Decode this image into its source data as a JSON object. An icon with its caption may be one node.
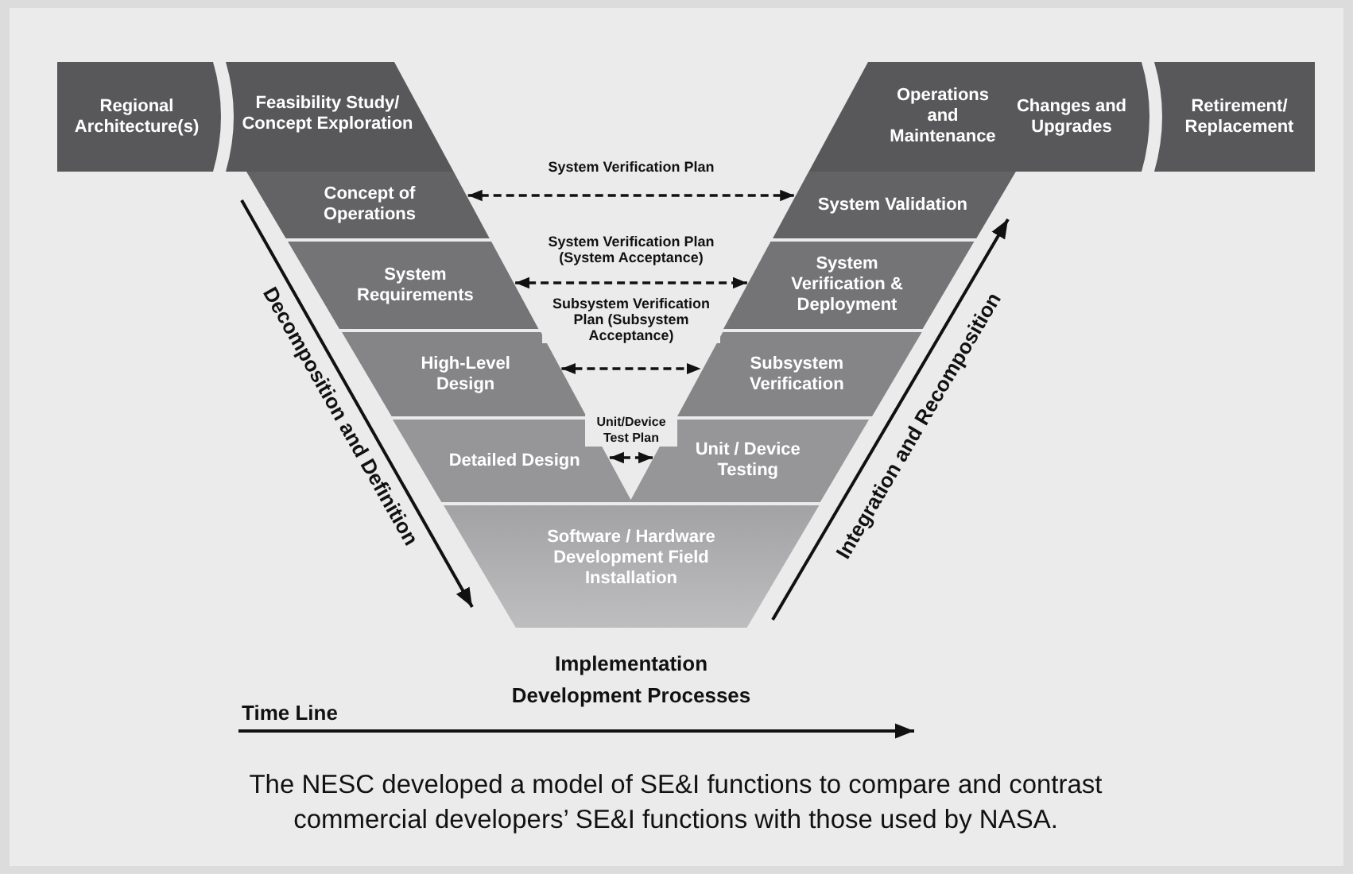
{
  "diagram": {
    "caption": "The NESC developed a model of SE&I functions to compare and contrast commercial developers’ SE&I functions with those used by NASA.",
    "nodes": [
      {
        "text": [
          "Regional Architecture(s)"
        ]
      },
      {
        "text": [
          "Feasibility Study/ Concept Exploration"
        ]
      },
      {
        "text": [
          "Concept of Operations"
        ]
      },
      {
        "text": [
          "System Requirements"
        ]
      },
      {
        "text": [
          "High-Level Design"
        ]
      },
      {
        "text": [
          "Detailed Design"
        ]
      },
      {
        "text": [
          "Software / Hardware Development Field Installation"
        ]
      },
      {
        "text": [
          "Unit / Device Testing"
        ]
      },
      {
        "text": [
          "Subsystem Verification"
        ]
      },
      {
        "text": [
          "System Verification & Deployment"
        ]
      },
      {
        "text": [
          "System Validation"
        ]
      },
      {
        "text": [
          "Operations and Maintenance"
        ]
      },
      {
        "text": [
          "Changes and Upgrades"
        ]
      },
      {
        "text": [
          "Retirement/ Replacement"
        ]
      }
    ],
    "edges": [
      {
        "from": 2,
        "to": 10,
        "arrow": "both",
        "style": "dashed",
        "label": "System Verification Plan"
      },
      {
        "from": 3,
        "to": 9,
        "arrow": "both",
        "style": "dashed",
        "label": "System Verification Plan (System Acceptance)"
      },
      {
        "from": 4,
        "to": 8,
        "arrow": "both",
        "style": "dashed",
        "label": "Subsystem Verification Plan (Subsystem Acceptance)"
      },
      {
        "from": 5,
        "to": 7,
        "arrow": "both",
        "style": "dashed",
        "label": "Unit/Device Test Plan"
      }
    ],
    "labels": [
      "Decomposition and Definition",
      "Integration and Recomposition",
      "Implementation Development Processes",
      "Time Line"
    ]
  }
}
